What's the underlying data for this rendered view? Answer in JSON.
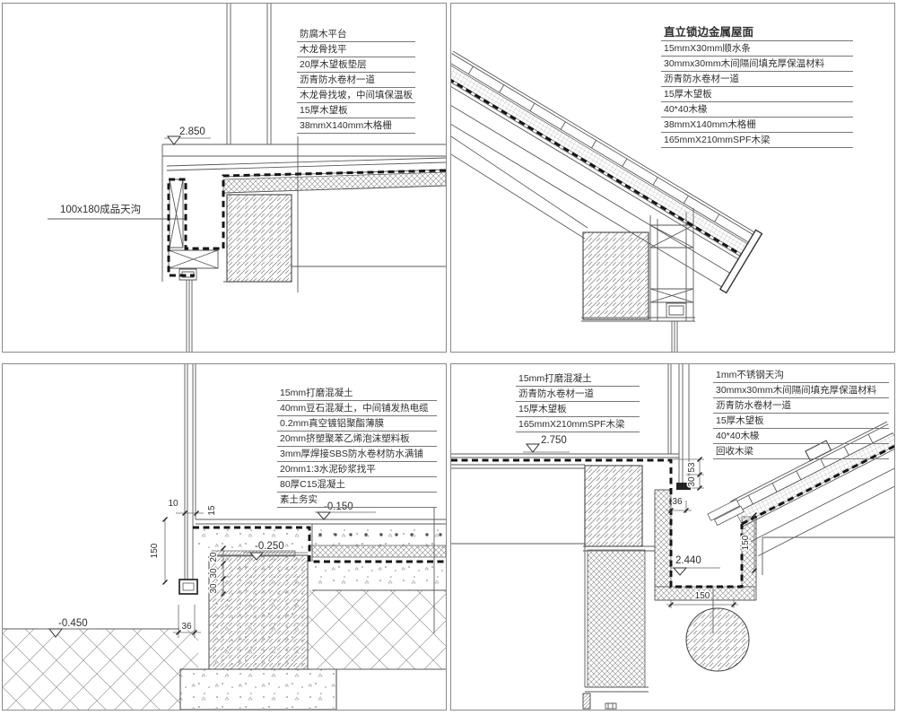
{
  "panels": {
    "top_left": {
      "elevation": "2.850",
      "gutter_note": "100x180成品天沟",
      "layers": [
        "防腐木平台",
        "木龙骨找平",
        "20厚木望板垫层",
        "沥青防水卷材一道",
        "木龙骨找坡，中间填保温板",
        "15厚木望板",
        "38mmX140mm木格栅"
      ]
    },
    "top_right": {
      "title": "直立锁边金属屋面",
      "layers": [
        "15mmX30mm顺水条",
        "30mmx30mm木间隔间填充厚保温材料",
        "沥青防水卷材一道",
        "15厚木望板",
        "40*40木椽",
        "38mmX140mm木格栅",
        "165mmX210mmSPF木梁"
      ]
    },
    "bottom_left": {
      "layers": [
        "15mm打磨混凝土",
        "40mm豆石混凝土，中间铺发热电缆",
        "0.2mm真空镀铝聚酯薄膜",
        "20mm挤塑聚苯乙烯泡沫塑料板",
        "3mm厚焊接SBS防水卷材防水满铺",
        "20mm1:3水泥砂浆找平",
        "80厚C15混凝土",
        "素土务实"
      ],
      "elevations": {
        "e150": "-0.150",
        "e250": "-0.250",
        "e450": "-0.450"
      },
      "dims": {
        "d10": "10",
        "d15": "15",
        "d150": "150",
        "d20": "20",
        "d30a": "30",
        "d30b": "30",
        "d36": "36"
      }
    },
    "bottom_right": {
      "left_layers": [
        "15mm打磨混凝土",
        "沥青防水卷材一道",
        "15厚木望板",
        "165mmX210mmSPF木梁"
      ],
      "right_layers": [
        "1mm不锈钢天沟",
        "30mmx30mm木间隔间填充厚保温材料",
        "沥青防水卷材一道",
        "15厚木望板",
        "40*40木椽",
        "回收木梁"
      ],
      "elevations": {
        "roof": "2.750",
        "gutter": "2.440"
      },
      "dims": {
        "d53": "53",
        "d30": "30",
        "d36": "36",
        "d150v": "150",
        "d150h": "150"
      }
    }
  }
}
